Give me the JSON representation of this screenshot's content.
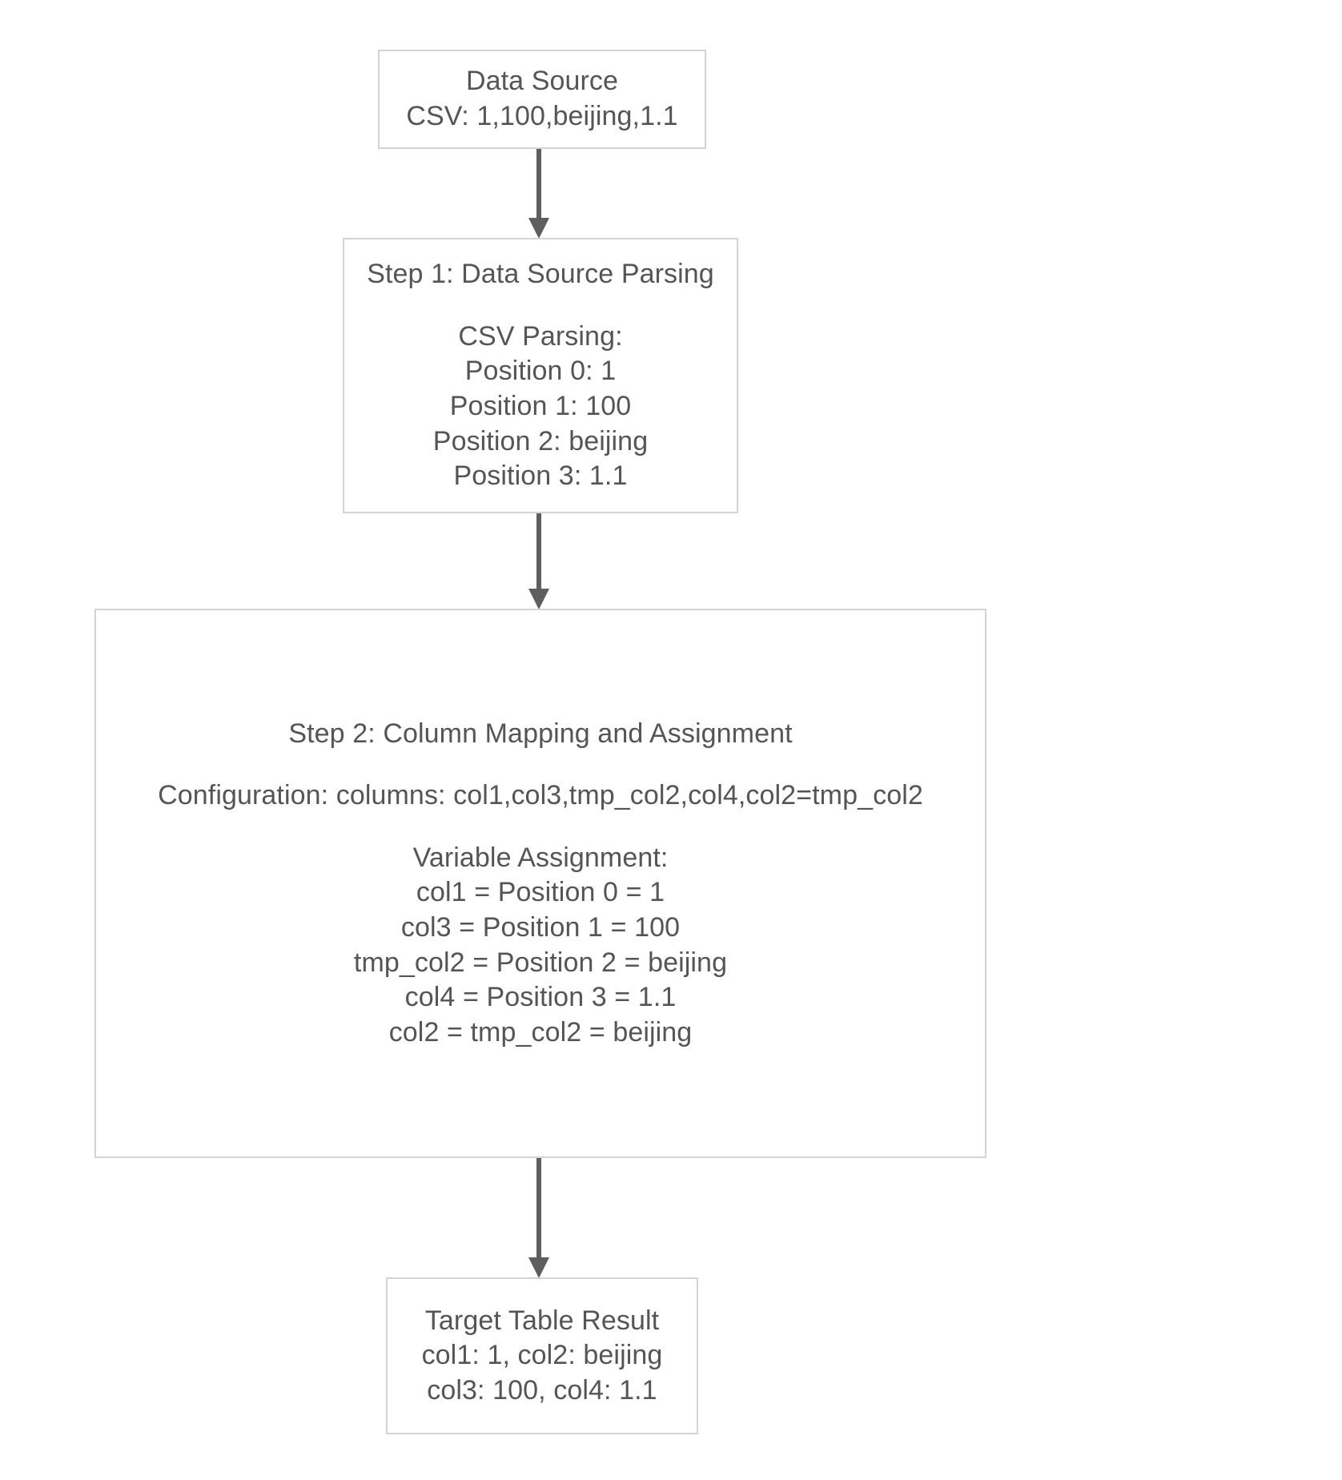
{
  "diagram": {
    "type": "flowchart",
    "orientation": "top-to-bottom",
    "background_color": "#ffffff",
    "node_border_color": "#d4d4d4",
    "text_color": "#555555",
    "arrow_color": "#5e5e5e"
  },
  "nodes": {
    "data_source": {
      "name": "Data Source",
      "title": "Data Source",
      "lines": [
        "CSV: 1,100,beijing,1.1"
      ]
    },
    "step1": {
      "name": "Step 1: Data Source Parsing",
      "title": "Step 1: Data Source Parsing",
      "section_label": "CSV Parsing:",
      "lines": [
        "CSV Parsing:",
        "Position 0: 1",
        "Position 1: 100",
        "Position 2: beijing",
        "Position 3: 1.1"
      ]
    },
    "step2": {
      "name": "Step 2: Column Mapping and Assignment",
      "title": "Step 2: Column Mapping and Assignment",
      "configuration": "Configuration: columns: col1,col3,tmp_col2,col4,col2=tmp_col2",
      "section_label": "Variable Assignment:",
      "assignments": [
        "col1 = Position 0 = 1",
        "col3 = Position 1 = 100",
        "tmp_col2 = Position 2 = beijing",
        "col4 = Position 3 = 1.1",
        "col2 = tmp_col2 = beijing"
      ]
    },
    "result": {
      "name": "Target Table Result",
      "title": "Target Table Result",
      "lines": [
        "col1: 1, col2: beijing",
        "col3: 100, col4: 1.1"
      ]
    }
  },
  "edges": [
    {
      "from": "Data Source",
      "to": "Step 1: Data Source Parsing",
      "label": ""
    },
    {
      "from": "Step 1: Data Source Parsing",
      "to": "Step 2: Column Mapping and Assignment",
      "label": ""
    },
    {
      "from": "Step 2: Column Mapping and Assignment",
      "to": "Target Table Result",
      "label": ""
    }
  ]
}
